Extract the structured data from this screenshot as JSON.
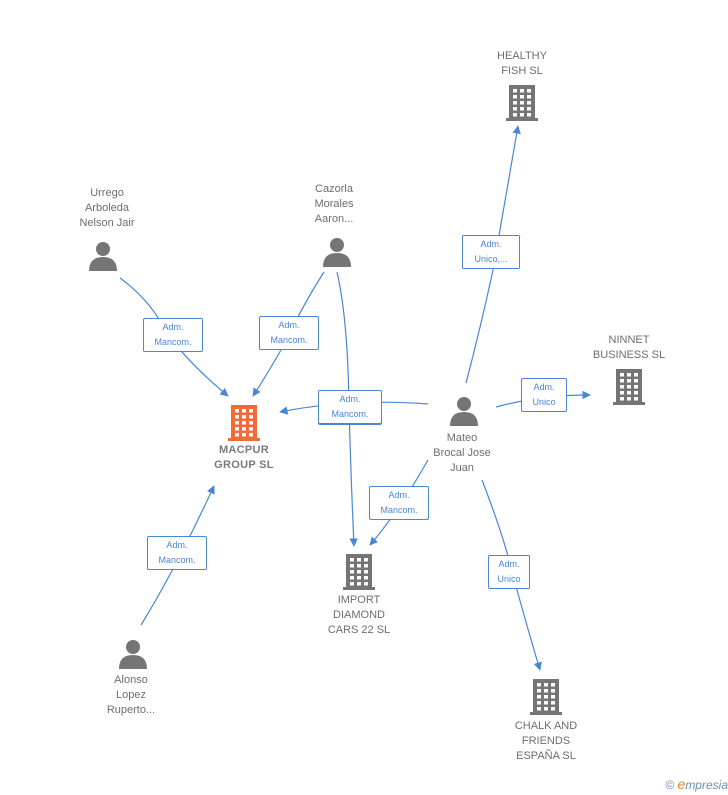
{
  "nodes": [
    {
      "id": "healthy",
      "type": "company",
      "label": "HEALTHY\nFISH SL",
      "highlight": false
    },
    {
      "id": "ninnet",
      "type": "company",
      "label": "NINNET\nBUSINESS SL",
      "highlight": false
    },
    {
      "id": "macpur",
      "type": "company",
      "label": "MACPUR\nGROUP  SL",
      "highlight": true
    },
    {
      "id": "import",
      "type": "company",
      "label": "IMPORT\nDIAMOND\nCARS 22  SL",
      "highlight": false
    },
    {
      "id": "chalk",
      "type": "company",
      "label": "CHALK AND\nFRIENDS\nESPAÑA  SL",
      "highlight": false
    },
    {
      "id": "urrego",
      "type": "person",
      "label": "Urrego\nArboleda\nNelson Jair"
    },
    {
      "id": "cazorla",
      "type": "person",
      "label": "Cazorla\nMorales\nAaron..."
    },
    {
      "id": "mateo",
      "type": "person",
      "label": "Mateo\nBrocal Jose\nJuan"
    },
    {
      "id": "alonso",
      "type": "person",
      "label": "Alonso\nLopez\nRuperto..."
    }
  ],
  "edges": [
    {
      "id": "e1",
      "from": "urrego",
      "to": "macpur",
      "label": "Adm.\nMancom."
    },
    {
      "id": "e2",
      "from": "cazorla",
      "to": "macpur",
      "label": "Adm.\nMancom."
    },
    {
      "id": "e3",
      "from": "mateo",
      "to": "macpur",
      "label": "Adm.\nMancom."
    },
    {
      "id": "e4",
      "from": "cazorla",
      "to": "import",
      "label": "Adm.\nMancom."
    },
    {
      "id": "e5",
      "from": "mateo",
      "to": "import",
      "label": "Adm.\nMancom."
    },
    {
      "id": "e6",
      "from": "alonso",
      "to": "macpur",
      "label": "Adm.\nMancom."
    },
    {
      "id": "e7",
      "from": "mateo",
      "to": "healthy",
      "label": "Adm.\nUnico,..."
    },
    {
      "id": "e8",
      "from": "mateo",
      "to": "ninnet",
      "label": "Adm.\nUnico"
    },
    {
      "id": "e9",
      "from": "mateo",
      "to": "chalk",
      "label": "Adm.\nUnico"
    }
  ],
  "colors": {
    "edge": "#4a86d4",
    "company": "#757575",
    "highlight": "#f26b35",
    "person": "#757575"
  },
  "footer": {
    "copyright": "©",
    "brand_initial": "e",
    "brand_rest": "mpresia"
  }
}
